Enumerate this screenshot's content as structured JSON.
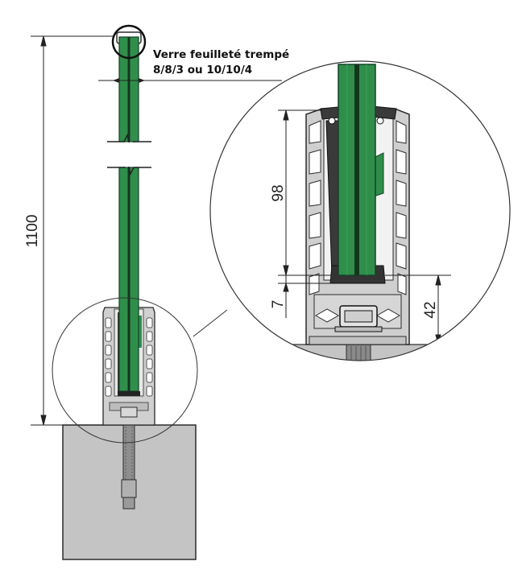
{
  "labels": {
    "glass_title": "Verre  feuilleté trempé",
    "glass_spec": "8/8/3 ou 10/10/4"
  },
  "dimensions": {
    "total_height": "1100",
    "clamp_depth": "98",
    "bottom_gap": "7",
    "profile_height": "42"
  },
  "colors": {
    "glass": "#2f8f4a",
    "glass_edge": "#17412a",
    "profile": "#c9c9c9",
    "concrete": "#c4c4c4",
    "outline": "#2b2b2b"
  }
}
